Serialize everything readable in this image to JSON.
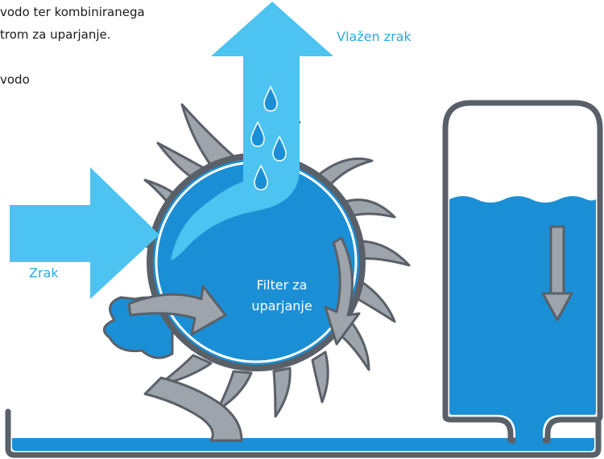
{
  "intro_lines": [
    "vodo ter kombiniranega",
    "trom za uparjanje.",
    "vodo"
  ],
  "labels": {
    "humid_air": "Vlažen zrak",
    "air": "Zrak",
    "filter_line1": "Filter za",
    "filter_line2": "uparjanje"
  },
  "colors": {
    "water": "#1b8fd6",
    "air_arrow": "#4cc3f0",
    "outline": "#5a6068",
    "wick": "#9ea4ab",
    "label_blue": "#29aadf"
  }
}
